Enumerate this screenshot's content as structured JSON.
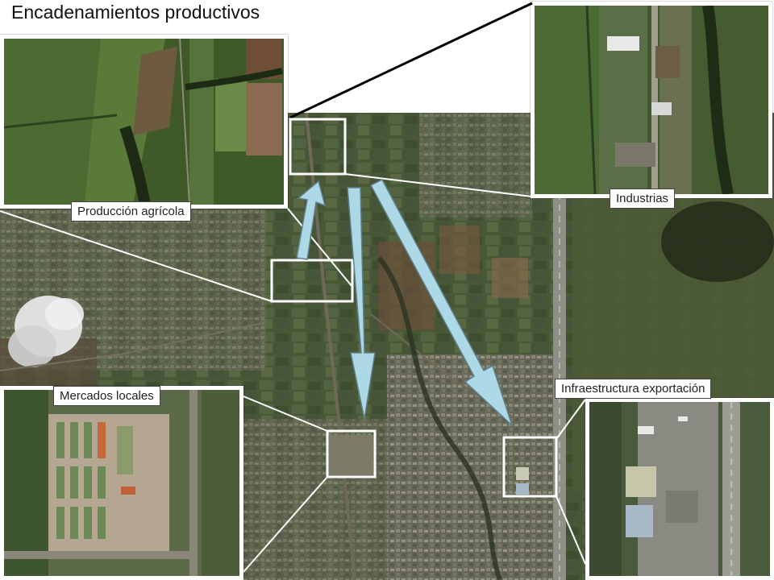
{
  "title": "Encadenamientos productivos",
  "labels": {
    "agricultural": "Producción agrícola",
    "industries": "Industrias",
    "local_markets": "Mercados locales",
    "export_infrastructure": "Infraestructura exportación"
  },
  "colors": {
    "arrow_fill": "#add8e6",
    "arrow_stroke": "#5f7f8a",
    "frame": "#ffffff",
    "connector": "#000000"
  }
}
